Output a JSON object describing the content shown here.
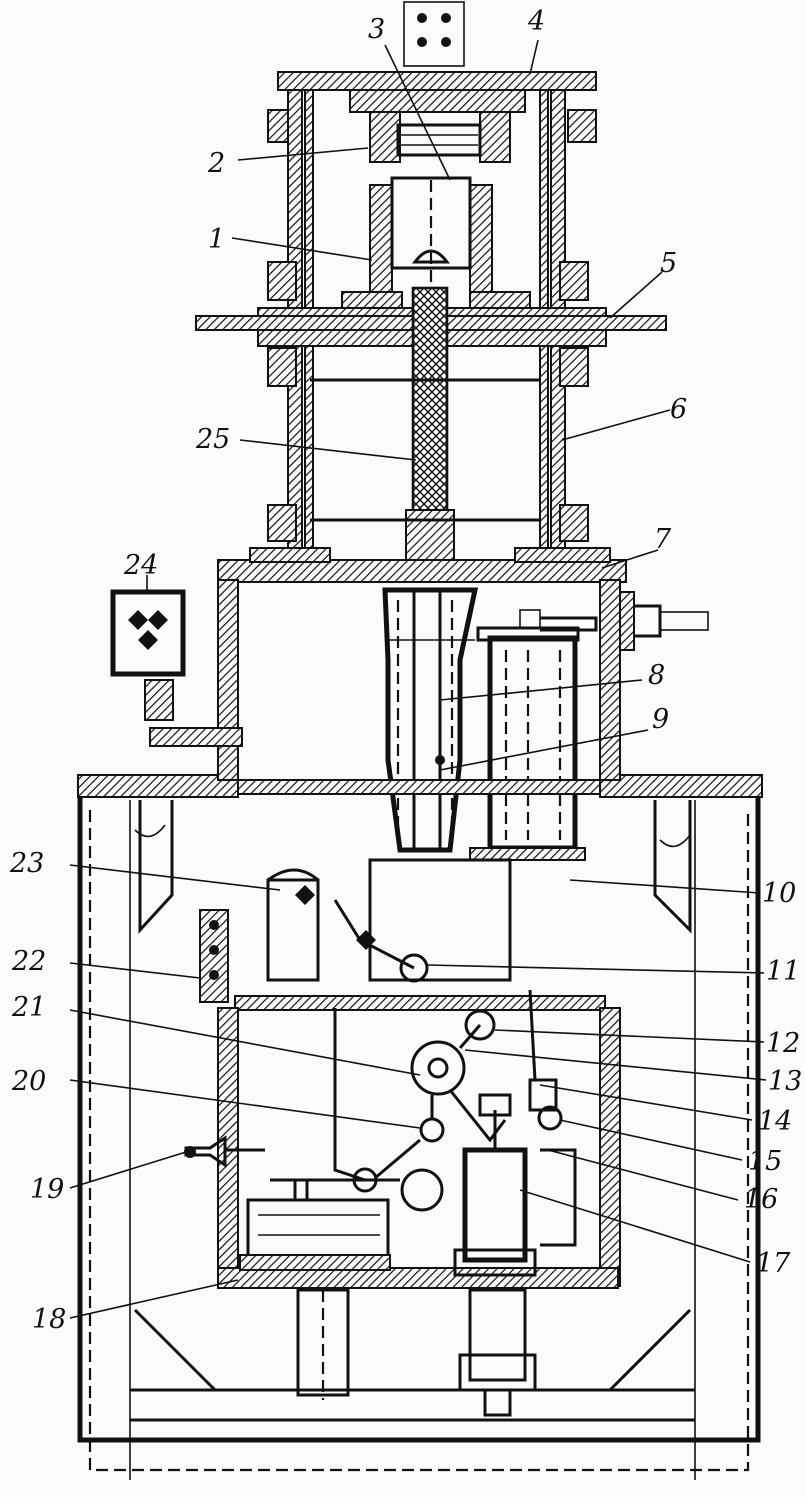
{
  "diagram": {
    "callouts": [
      {
        "id": "c1",
        "text": "1"
      },
      {
        "id": "c2",
        "text": "2"
      },
      {
        "id": "c3",
        "text": "3"
      },
      {
        "id": "c4",
        "text": "4"
      },
      {
        "id": "c5",
        "text": "5"
      },
      {
        "id": "c6",
        "text": "6"
      },
      {
        "id": "c7",
        "text": "7"
      },
      {
        "id": "c8",
        "text": "8"
      },
      {
        "id": "c9",
        "text": "9"
      },
      {
        "id": "c10",
        "text": "10"
      },
      {
        "id": "c11",
        "text": "11"
      },
      {
        "id": "c12",
        "text": "12"
      },
      {
        "id": "c13",
        "text": "13"
      },
      {
        "id": "c14",
        "text": "14"
      },
      {
        "id": "c15",
        "text": "15"
      },
      {
        "id": "c16",
        "text": "16"
      },
      {
        "id": "c17",
        "text": "17"
      },
      {
        "id": "c18",
        "text": "18"
      },
      {
        "id": "c19",
        "text": "19"
      },
      {
        "id": "c20",
        "text": "20"
      },
      {
        "id": "c21",
        "text": "21"
      },
      {
        "id": "c22",
        "text": "22"
      },
      {
        "id": "c23",
        "text": "23"
      },
      {
        "id": "c24",
        "text": "24"
      },
      {
        "id": "c25",
        "text": "25"
      }
    ]
  }
}
